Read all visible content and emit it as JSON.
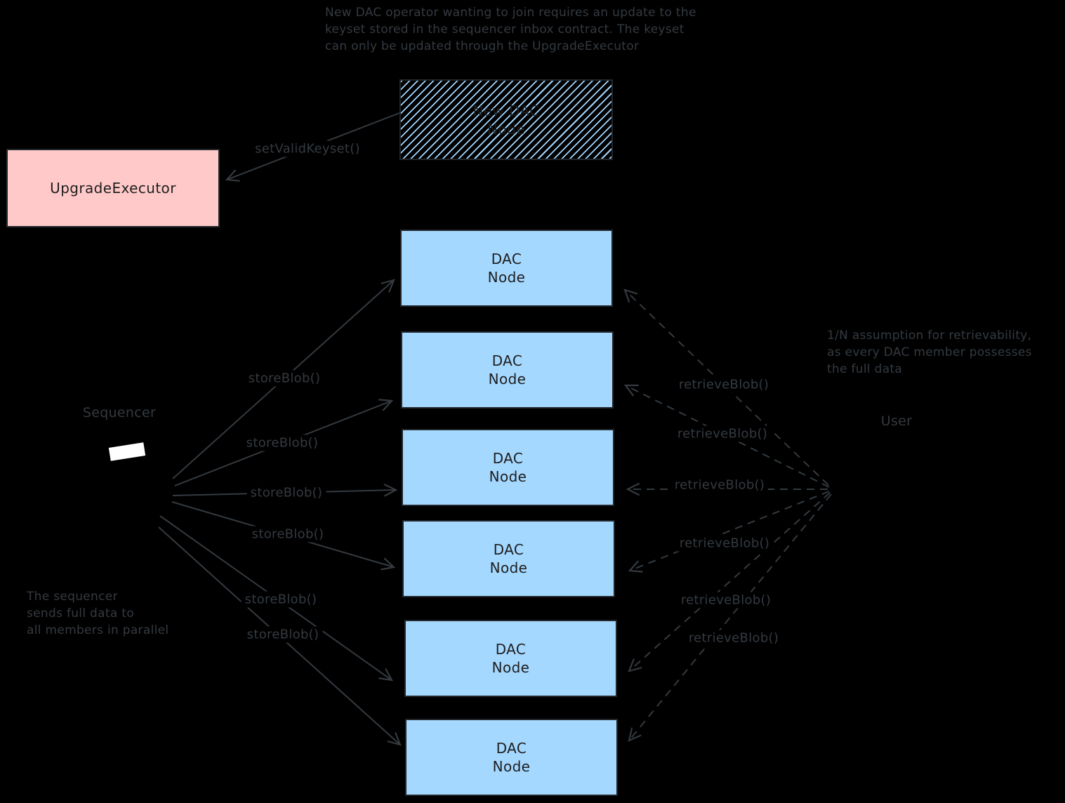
{
  "palette": {
    "background": "#000000",
    "dac_node_fill": "#a5d8ff",
    "upgrade_executor_fill": "#ffc9c9",
    "stroke": "#343a40",
    "box_text": "#1e1e1e",
    "sequencer_screen": "#ffffff"
  },
  "notes": {
    "top": [
      "New DAC operator wanting to join requires an update to the",
      "keyset stored in the sequencer inbox contract. The keyset",
      "can only be updated through the UpgradeExecutor"
    ],
    "retrievability": [
      "1/N assumption for retrievability,",
      "as every DAC member possesses",
      "the full data"
    ],
    "sequencer_parallel": [
      "The sequencer",
      "sends full data to",
      "all members in parallel"
    ]
  },
  "boxes": {
    "upgrade_executor": "UpgradeExecutor",
    "new_dac_node": {
      "line1": "New DAC",
      "line2": "Node"
    },
    "dac_nodes": [
      {
        "line1": "DAC",
        "line2": "Node"
      },
      {
        "line1": "DAC",
        "line2": "Node"
      },
      {
        "line1": "DAC",
        "line2": "Node"
      },
      {
        "line1": "DAC",
        "line2": "Node"
      },
      {
        "line1": "DAC",
        "line2": "Node"
      },
      {
        "line1": "DAC",
        "line2": "Node"
      }
    ]
  },
  "labels": {
    "sequencer": "Sequencer",
    "user": "User",
    "set_valid_keyset": "setValidKeyset()",
    "store_blob": [
      "storeBlob()",
      "storeBlob()",
      "storeBlob()",
      "storeBlob()",
      "storeBlob()",
      "storeBlob()"
    ],
    "retrieve_blob": [
      "retrieveBlob()",
      "retrieveBlob()",
      "retrieveBlob()",
      "retrieveBlob()",
      "retrieveBlob()",
      "retrieveBlob()"
    ]
  }
}
